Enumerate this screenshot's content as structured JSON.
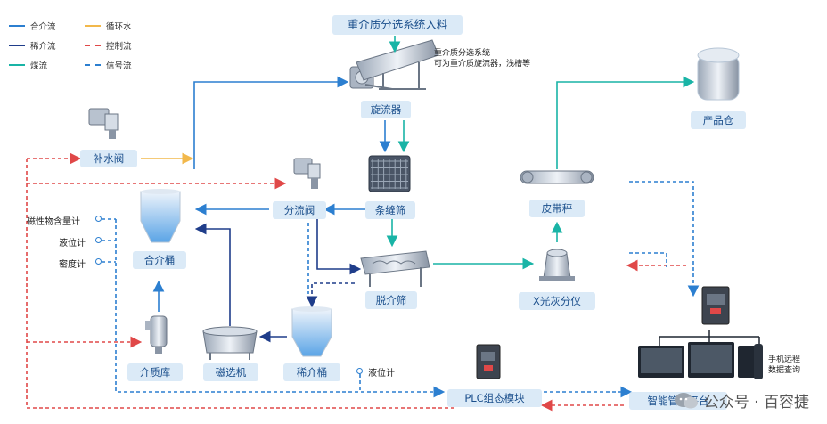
{
  "legend": {
    "items": [
      {
        "label": "合介流",
        "style": "solid",
        "color": "#2c7fd0"
      },
      {
        "label": "循环水",
        "style": "solid",
        "color": "#f2b84b"
      },
      {
        "label": "稀介流",
        "style": "solid",
        "color": "#1f3d8a"
      },
      {
        "label": "控制流",
        "style": "dashed",
        "color": "#e04848"
      },
      {
        "label": "煤流",
        "style": "solid",
        "color": "#19b4a6"
      },
      {
        "label": "信号流",
        "style": "dashed",
        "color": "#2c7fd0"
      }
    ]
  },
  "header": {
    "title": "重介质分选系统入料",
    "note_line1": "重介质分选系统",
    "note_line2": "可为重介质旋流器，浅槽等"
  },
  "nodes": {
    "cyclone": "旋流器",
    "makeup_valve": "补水阀",
    "split_valve": "分流阀",
    "slot_screen": "条缝筛",
    "combined_tank": "合介桶",
    "dewater_screen": "脱介筛",
    "medium_store": "介质库",
    "mag_separator": "磁选机",
    "dilute_tank": "稀介桶",
    "belt_scale": "皮带秤",
    "xray_analyzer": "X光灰分仪",
    "product_bin": "产品仓",
    "plc": "PLC组态模块",
    "smart_platform": "智能管控平台"
  },
  "instruments": {
    "mag_content": "磁性物含量计",
    "level_1": "液位计",
    "density": "密度计",
    "level_2": "液位计"
  },
  "remote": {
    "line1": "手机远程",
    "line2": "数据查询"
  },
  "watermark": "公众号 · 百容捷",
  "colors": {
    "combined_flow": "#2c7fd0",
    "water": "#f2b84b",
    "dilute_flow": "#1f3d8a",
    "control": "#e04848",
    "coal": "#19b4a6",
    "signal": "#2c7fd0",
    "label_bg": "#dbeaf7",
    "label_text": "#1b4f8c"
  }
}
